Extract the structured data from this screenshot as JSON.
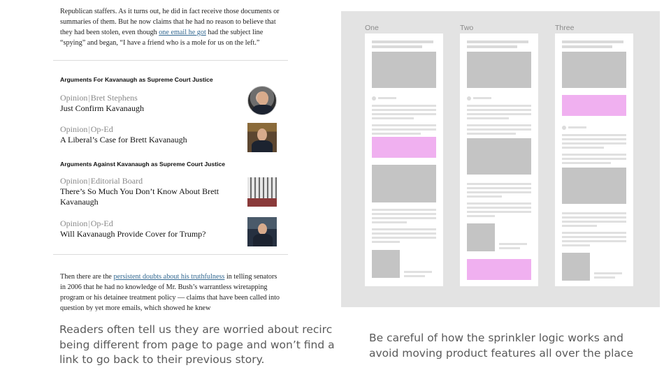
{
  "article": {
    "top_paragraph": {
      "before": "Republican staffers. As it turns out, he did in fact receive those documents or summaries of them. But he now claims that he had no reason to believe that they had been stolen, even though ",
      "link": "one email he got",
      "after": " had the subject line “spying” and began, “I have a friend who is a mole for us on the left.”"
    },
    "section_for": "Arguments For Kavanaugh as Supreme Court Justice",
    "section_against": "Arguments Against Kavanaugh as Supreme Court Justice",
    "recs": [
      {
        "kicker_a": "Opinion",
        "sep": "|",
        "kicker_b": "Bret Stephens",
        "headline": "Just Confirm Kavanaugh"
      },
      {
        "kicker_a": "Opinion",
        "sep": "|",
        "kicker_b": "Op-Ed",
        "headline": "A Liberal’s Case for Brett Kavanaugh"
      },
      {
        "kicker_a": "Opinion",
        "sep": "|",
        "kicker_b": "Editorial Board",
        "headline": "There’s So Much You Don’t Know About Brett Kavanaugh"
      },
      {
        "kicker_a": "Opinion",
        "sep": "|",
        "kicker_b": "Op-Ed",
        "headline": "Will Kavanaugh Provide Cover for Trump?"
      }
    ],
    "bottom_paragraph": {
      "before": "Then there are the ",
      "link": "persistent doubts about his truthfulness",
      "after": " in telling senators in 2006 that he had no knowledge of Mr. Bush’s warrantless wiretapping program or his detainee treatment policy — claims that have been called into question by yet more emails, which showed he knew"
    }
  },
  "captions": {
    "left": "Readers often tell us they are worried about recirc being different from page to page and won’t find a link to go back to their previous story.",
    "right": "Be careful of how the sprinkler logic works and avoid moving product features all over the place"
  },
  "wireframe": {
    "columns": [
      "One",
      "Two",
      "Three"
    ],
    "colors": {
      "panel": "#e3e3e3",
      "placeholder": "#c4c4c4",
      "highlight": "#f0b0f0"
    }
  }
}
